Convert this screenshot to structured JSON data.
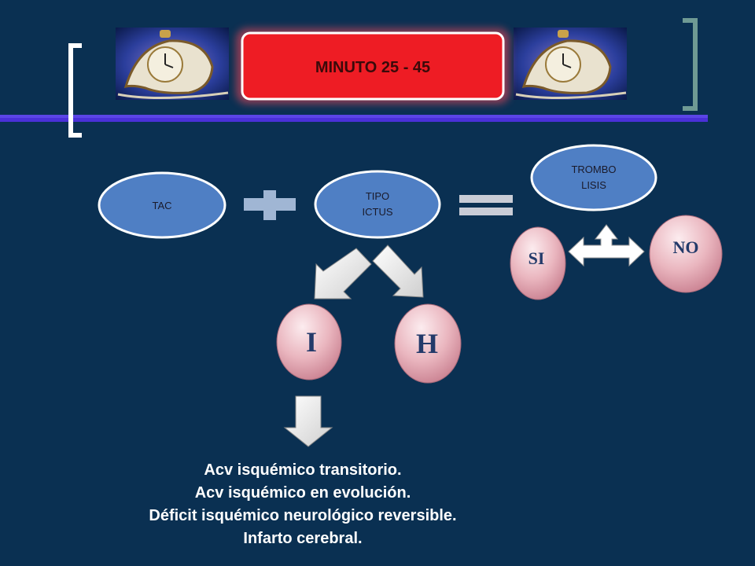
{
  "header": {
    "banner_text": "MINUTO 25 - 45",
    "clock_image": "melting-clock-icon"
  },
  "diagram": {
    "tac_label": "TAC",
    "tipo_label_1": "TIPO",
    "tipo_label_2": "ICTUS",
    "trombo_label_1": "TROMBO",
    "trombo_label_2": "LISIS",
    "si_label": "SI",
    "no_label": "NO",
    "i_label": "I",
    "h_label": "H",
    "plus_icon": "plus-icon",
    "equals_icon": "equals-icon"
  },
  "outcomes": [
    "Acv isquémico transitorio.",
    "Acv isquémico en evolución.",
    "Déficit isquémico neurológico reversible.",
    "Infarto cerebral."
  ],
  "colors": {
    "background": "#0a3052",
    "oval_blue": "#4f7fc4",
    "banner_red": "#ee1c24",
    "egg_pink": "#e8aab4"
  }
}
